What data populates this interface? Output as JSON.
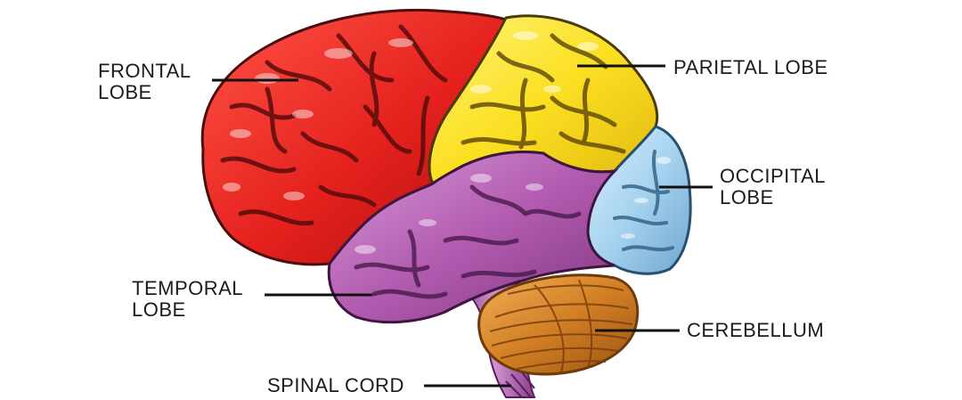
{
  "labels": {
    "frontal": {
      "line1": "FRONTAL",
      "line2": "LOBE"
    },
    "parietal": {
      "line1": "PARIETAL LOBE"
    },
    "occipital": {
      "line1": "OCCIPITAL",
      "line2": "LOBE"
    },
    "temporal": {
      "line1": "TEMPORAL",
      "line2": "LOBE"
    },
    "cerebellum": {
      "line1": "CEREBELLUM"
    },
    "spinal": {
      "line1": "SPINAL CORD"
    }
  },
  "colors": {
    "frontal": "#e8201e",
    "parietal": "#fbe026",
    "occipital": "#a9d5ef",
    "temporal": "#b45fb3",
    "cerebellum": "#d27f25",
    "spinal": "#c57bc3",
    "outline": "#4a0e0e",
    "leader": "#111111"
  }
}
